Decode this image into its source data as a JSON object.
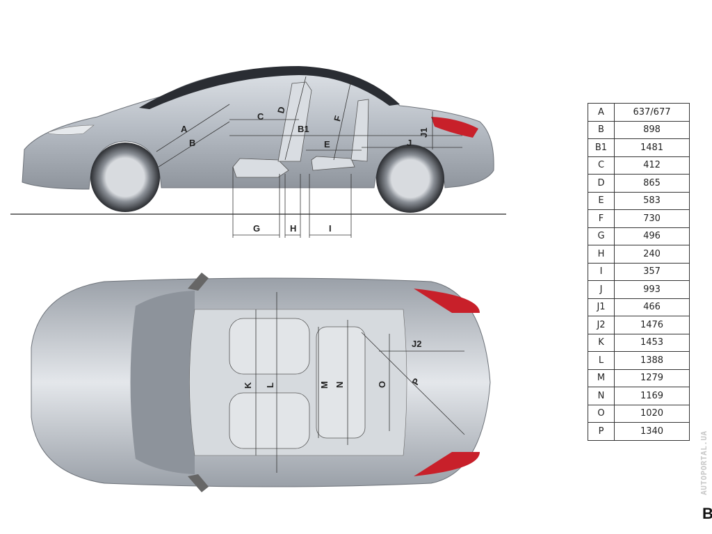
{
  "side_view_labels": {
    "A": "A",
    "B": "B",
    "C": "C",
    "D": "D",
    "B1": "B1",
    "E": "E",
    "F": "F",
    "J": "J",
    "J1": "J1",
    "G": "G",
    "H": "H",
    "I": "I"
  },
  "top_view_labels": {
    "K": "K",
    "L": "L",
    "M": "M",
    "N": "N",
    "O": "O",
    "P": "P",
    "J2": "J2"
  },
  "dimensions": [
    {
      "key": "A",
      "value": "637/677"
    },
    {
      "key": "B",
      "value": "898"
    },
    {
      "key": "B1",
      "value": "1481"
    },
    {
      "key": "C",
      "value": "412"
    },
    {
      "key": "D",
      "value": "865"
    },
    {
      "key": "E",
      "value": "583"
    },
    {
      "key": "F",
      "value": "730"
    },
    {
      "key": "G",
      "value": "496"
    },
    {
      "key": "H",
      "value": "240"
    },
    {
      "key": "I",
      "value": "357"
    },
    {
      "key": "J",
      "value": "993"
    },
    {
      "key": "J1",
      "value": "466"
    },
    {
      "key": "J2",
      "value": "1476"
    },
    {
      "key": "K",
      "value": "1453"
    },
    {
      "key": "L",
      "value": "1388"
    },
    {
      "key": "M",
      "value": "1279"
    },
    {
      "key": "N",
      "value": "1169"
    },
    {
      "key": "O",
      "value": "1020"
    },
    {
      "key": "P",
      "value": "1340"
    }
  ],
  "watermark": "AUTOPORTAL.UA",
  "page_marker": "B",
  "colors": {
    "body": "#b9bfc7",
    "glass": "#2a2d33",
    "taillight": "#c8202a"
  }
}
